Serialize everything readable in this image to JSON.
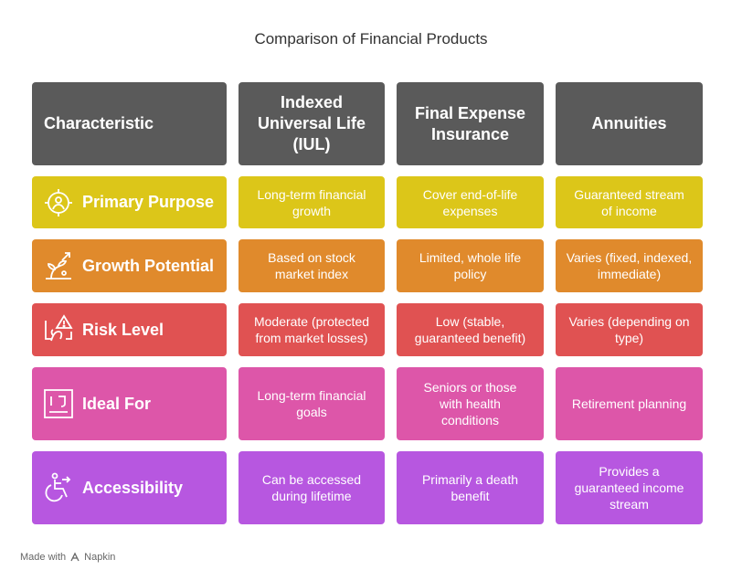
{
  "title": "Comparison of Financial Products",
  "headers": [
    "Characteristic",
    "Indexed Universal Life (IUL)",
    "Final Expense Insurance",
    "Annuities"
  ],
  "rows": [
    {
      "label": "Primary Purpose",
      "icon": "target-person-icon",
      "color": "#dcc619",
      "cells": [
        "Long-term financial growth",
        "Cover end-of-life expenses",
        "Guaranteed stream of income"
      ]
    },
    {
      "label": "Growth Potential",
      "icon": "growth-plant-icon",
      "color": "#e08a2c",
      "cells": [
        "Based on stock market index",
        "Limited, whole life policy",
        "Varies (fixed, indexed, immediate)"
      ]
    },
    {
      "label": "Risk Level",
      "icon": "warning-hand-icon",
      "color": "#e05252",
      "cells": [
        "Moderate (protected from market losses)",
        "Low (stable, guaranteed benefit)",
        "Varies (depending on type)"
      ]
    },
    {
      "label": "Ideal For",
      "icon": "ij-frame-icon",
      "color": "#dd56a9",
      "cells": [
        "Long-term financial goals",
        "Seniors or those with health conditions",
        "Retirement planning"
      ]
    },
    {
      "label": "Accessibility",
      "icon": "wheelchair-icon",
      "color": "#b757e0",
      "cells": [
        "Can be accessed during lifetime",
        "Primarily a death benefit",
        "Provides a guaranteed income stream"
      ]
    }
  ],
  "footer": {
    "made_with": "Made with",
    "brand": "Napkin"
  },
  "colors": {
    "header": "#5a5a5a",
    "yellow": "#dcc619",
    "orange": "#e08a2c",
    "red": "#e05252",
    "pink": "#dd56a9",
    "purple": "#b757e0"
  }
}
